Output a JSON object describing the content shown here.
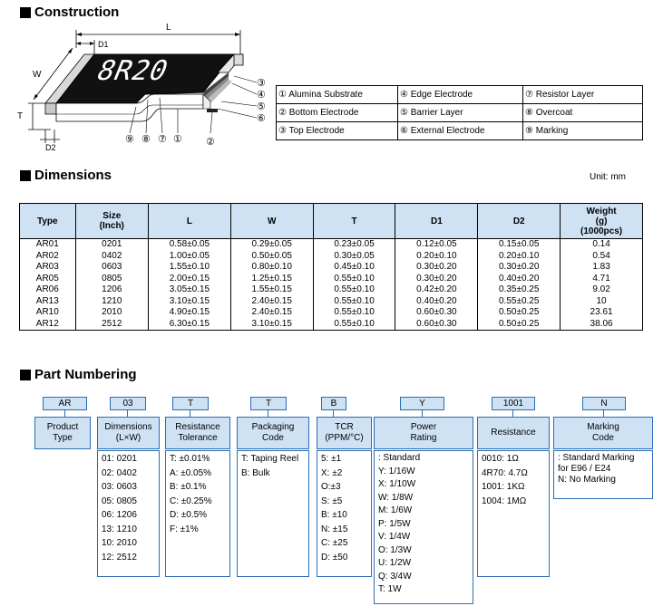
{
  "construction": {
    "title": "Construction",
    "marking_text": "8R20",
    "dim_labels": {
      "L": "L",
      "D1": "D1",
      "W": "W",
      "T": "T",
      "D2": "D2"
    },
    "bottom_numbers": [
      "⑨",
      "⑧",
      "⑦",
      "①",
      "②"
    ],
    "side_numbers": [
      "③",
      "④",
      "⑤",
      "⑥"
    ],
    "legend": [
      [
        "① Alumina Substrate",
        "④ Edge Electrode",
        "⑦ Resistor Layer"
      ],
      [
        "② Bottom Electrode",
        "⑤ Barrier Layer",
        "⑧ Overcoat"
      ],
      [
        "③ Top Electrode",
        "⑥ External Electrode",
        "⑨ Marking"
      ]
    ]
  },
  "dimensions": {
    "title": "Dimensions",
    "unit": "Unit: mm",
    "headers": [
      "Type",
      "Size\n(Inch)",
      "L",
      "W",
      "T",
      "D1",
      "D2",
      "Weight\n(g)\n(1000pcs)"
    ],
    "rows": [
      [
        "AR01",
        "0201",
        "0.58±0.05",
        "0.29±0.05",
        "0.23±0.05",
        "0.12±0.05",
        "0.15±0.05",
        "0.14"
      ],
      [
        "AR02",
        "0402",
        "1.00±0.05",
        "0.50±0.05",
        "0.30±0.05",
        "0.20±0.10",
        "0.20±0.10",
        "0.54"
      ],
      [
        "AR03",
        "0603",
        "1.55±0.10",
        "0.80±0.10",
        "0.45±0.10",
        "0.30±0.20",
        "0.30±0.20",
        "1.83"
      ],
      [
        "AR05",
        "0805",
        "2.00±0.15",
        "1.25±0.15",
        "0.55±0.10",
        "0.30±0.20",
        "0.40±0.20",
        "4.71"
      ],
      [
        "AR06",
        "1206",
        "3.05±0.15",
        "1.55±0.15",
        "0.55±0.10",
        "0.42±0.20",
        "0.35±0.25",
        "9.02"
      ],
      [
        "AR13",
        "1210",
        "3.10±0.15",
        "2.40±0.15",
        "0.55±0.10",
        "0.40±0.20",
        "0.55±0.25",
        "10"
      ],
      [
        "AR10",
        "2010",
        "4.90±0.15",
        "2.40±0.15",
        "0.55±0.10",
        "0.60±0.30",
        "0.50±0.25",
        "23.61"
      ],
      [
        "AR12",
        "2512",
        "6.30±0.15",
        "3.10±0.15",
        "0.55±0.10",
        "0.60±0.30",
        "0.50±0.25",
        "38.06"
      ]
    ]
  },
  "part_numbering": {
    "title": "Part Numbering",
    "fields": [
      {
        "code": "AR",
        "head": "Product\nType",
        "items": []
      },
      {
        "code": "03",
        "head": "Dimensions\n(L×W)",
        "items": [
          "01: 0201",
          "02: 0402",
          "03: 0603",
          "05: 0805",
          "06: 1206",
          "13: 1210",
          "10: 2010",
          "12: 2512"
        ]
      },
      {
        "code": "T",
        "head": "Resistance\nTolerance",
        "items": [
          "T: ±0.01%",
          "A: ±0.05%",
          "B: ±0.1%",
          "C: ±0.25%",
          "D: ±0.5%",
          "F: ±1%"
        ]
      },
      {
        "code": "T",
        "head": "Packaging\nCode",
        "items": [
          "T: Taping Reel",
          "B: Bulk"
        ]
      },
      {
        "code": "B",
        "head": "TCR\n(PPM/°C)",
        "items": [
          "5: ±1",
          "X: ±2",
          "O:±3",
          "S: ±5",
          "B: ±10",
          "N: ±15",
          "C: ±25",
          "D: ±50"
        ]
      },
      {
        "code": "Y",
        "head": "Power\nRating",
        "items": [
          " : Standard",
          "Y: 1/16W",
          "X: 1/10W",
          "W: 1/8W",
          "M: 1/6W",
          "P: 1/5W",
          "V: 1/4W",
          "O: 1/3W",
          "U: 1/2W",
          "Q: 3/4W",
          "T: 1W"
        ]
      },
      {
        "code": "1001",
        "head": "Resistance",
        "items": [
          "0010: 1Ω",
          "4R70: 4.7Ω",
          "1001: 1KΩ",
          "1004: 1MΩ"
        ]
      },
      {
        "code": "N",
        "head": "Marking\nCode",
        "items": [
          " : Standard  Marking\n   for E96 / E24",
          "N: No Marking"
        ]
      }
    ]
  }
}
